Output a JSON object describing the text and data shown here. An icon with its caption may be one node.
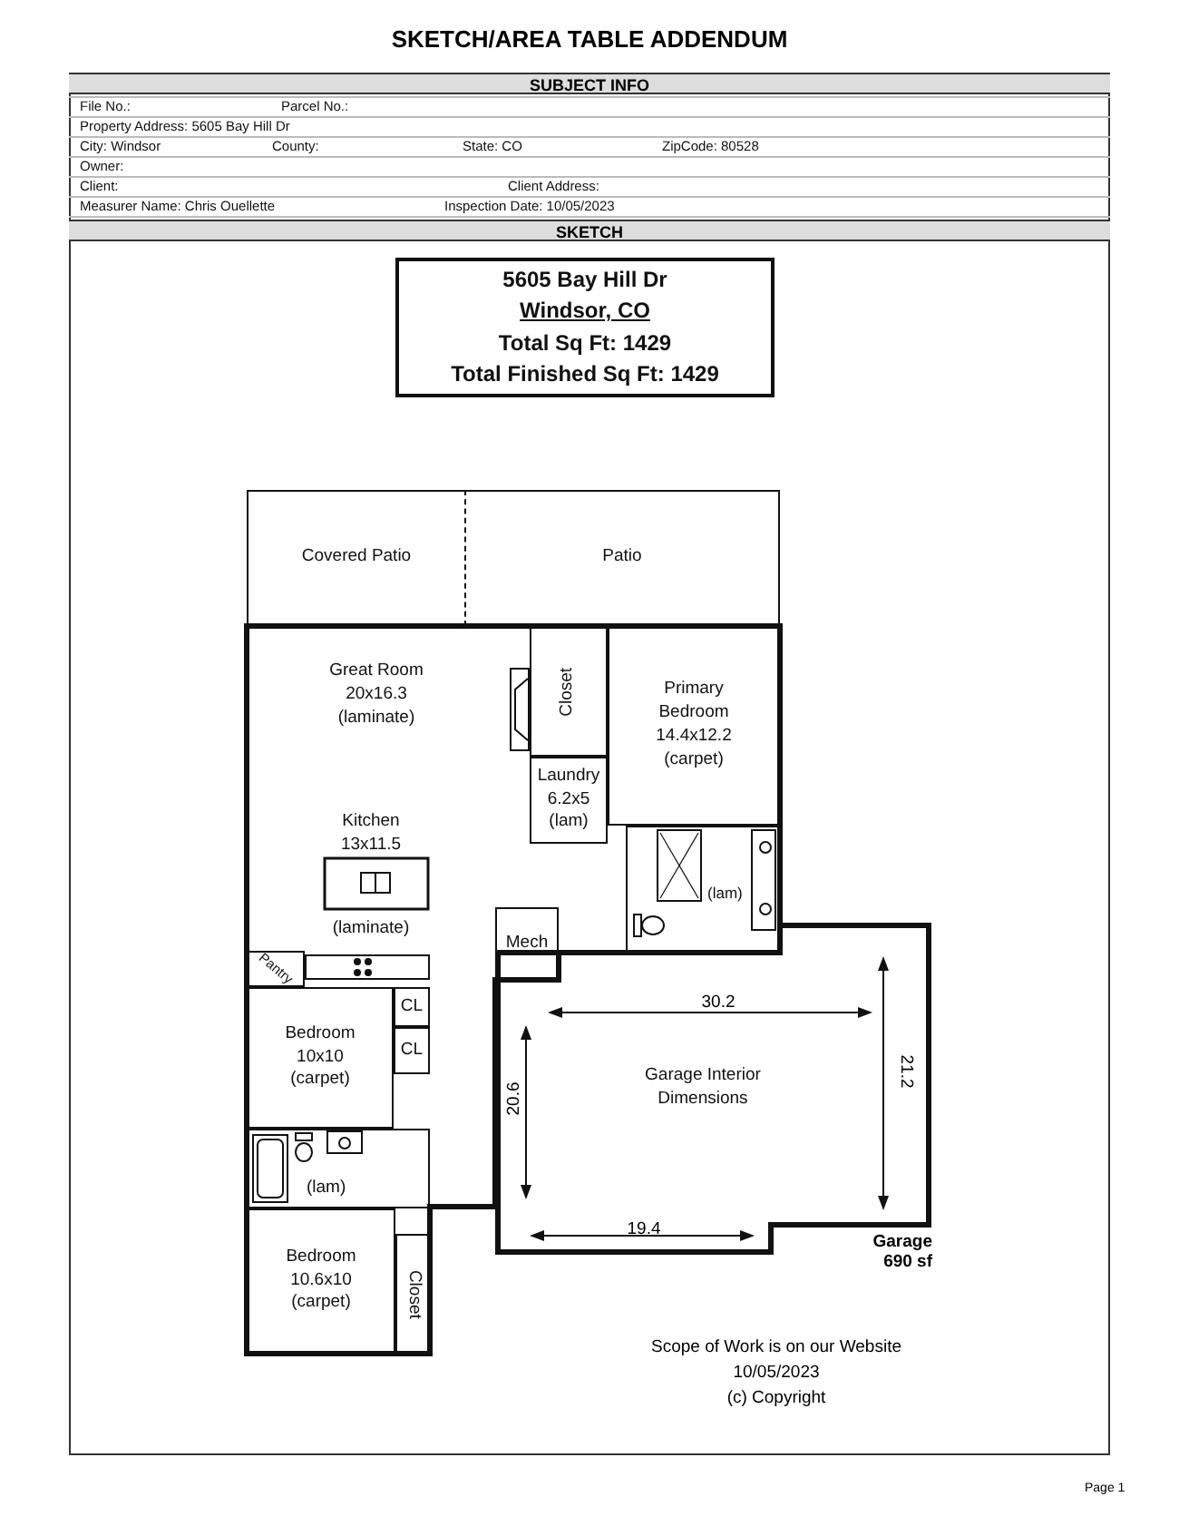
{
  "diagram": {
    "title": "SKETCH/AREA TABLE ADDENDUM",
    "nodes": [
      {
        "text": [
          "5605 Bay Hill Dr",
          "Windsor, CO",
          "Total Sq Ft: 1429",
          "Total Finished Sq Ft: 1429"
        ]
      },
      {
        "text": [
          "Covered Patio"
        ]
      },
      {
        "text": [
          "Patio"
        ]
      },
      {
        "text": [
          "Great Room 20x16.3 (laminate)"
        ]
      },
      {
        "text": [
          "Closet"
        ]
      },
      {
        "text": [
          "Laundry 6.2x5 (lam)"
        ]
      },
      {
        "text": [
          "Primary Bedroom 14.4x12.2 (carpet)"
        ]
      },
      {
        "text": [
          "Kitchen 13x11.5",
          "(laminate)"
        ]
      },
      {
        "text": [
          "Pantry"
        ]
      },
      {
        "text": [
          "Mech"
        ]
      },
      {
        "text": [
          "(lam)"
        ]
      },
      {
        "text": [
          "Bedroom 10x10 (carpet)"
        ]
      },
      {
        "text": [
          "CL"
        ]
      },
      {
        "text": [
          "CL"
        ]
      },
      {
        "text": [
          "(lam)"
        ]
      },
      {
        "text": [
          "Bedroom 10.6x10 (carpet)"
        ]
      },
      {
        "text": [
          "Closet"
        ]
      },
      {
        "text": [
          "Garage Interior Dimensions"
        ],
        "beside": [
          "Garage 690 sf"
        ]
      }
    ],
    "labels": [
      "SUBJECT INFO",
      "File No.:",
      "Parcel No.:",
      "Property Address: 5605 Bay Hill Dr",
      "City: Windsor",
      "County:",
      "State: CO",
      "ZipCode: 80528",
      "Owner:",
      "Client:",
      "Client Address:",
      "Measurer Name: Chris Ouellette",
      "Inspection Date: 10/05/2023",
      "SKETCH",
      "30.2",
      "21.2",
      "20.6",
      "19.4",
      "Scope of Work is on our Website",
      "10/05/2023",
      "(c) Copyright",
      "Page 1"
    ]
  }
}
